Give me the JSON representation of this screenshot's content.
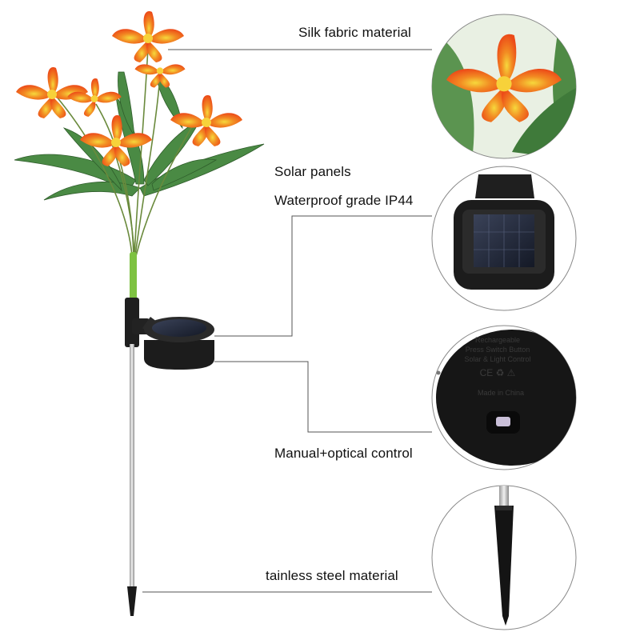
{
  "labels": {
    "silk": "Silk fabric material",
    "solar": "Solar panels",
    "waterproof": "Waterproof grade IP44",
    "control": "Manual+optical control",
    "steel": "tainless steel material"
  },
  "back_panel_text": {
    "line1": "Rechargeable",
    "line2": "Press Switch Button",
    "line3": "Solar & Light Control",
    "marks": "CE ♻ ⚠",
    "origin": "Made in China"
  },
  "colors": {
    "petal": "#f05a1a",
    "petal_center": "#f7d23a",
    "leaf": "#3f7a3a",
    "stem_sleeve": "#7ec242",
    "device": "#1a1a1a",
    "line": "#555555"
  }
}
